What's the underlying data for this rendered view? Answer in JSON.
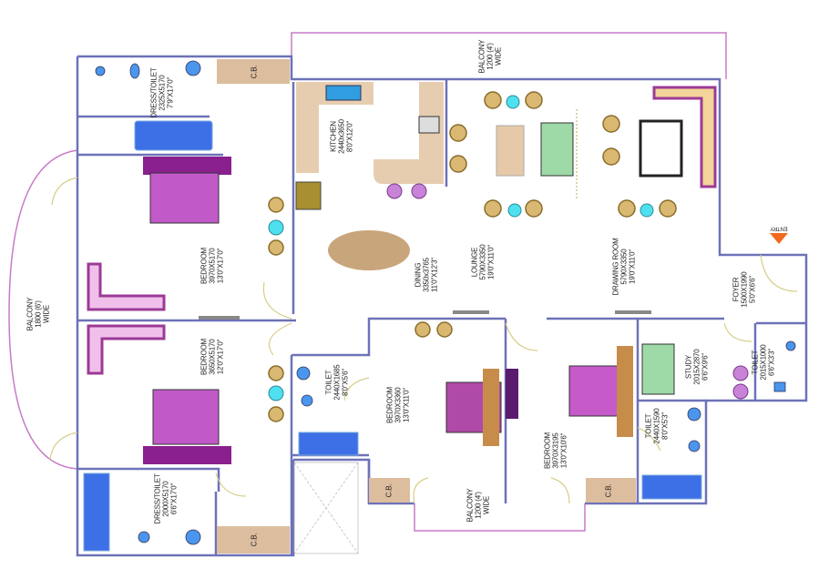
{
  "rooms": {
    "dress_toilet_1": {
      "name": "DRESS/TOILET",
      "metric": "2325X5170",
      "imperial": "7'9\"X17'0\""
    },
    "kitchen": {
      "name": "KITCHEN",
      "metric": "2440x3650",
      "imperial": "8'0\"X12'0\""
    },
    "bedroom_1": {
      "name": "BEDROOM",
      "metric": "3970X5170",
      "imperial": "13'0\"X17'0\""
    },
    "balcony_left": {
      "name": "BALCONY",
      "metric": "1800 (6')",
      "imperial": "WIDE"
    },
    "bedroom_2": {
      "name": "BEDROOM",
      "metric": "3650X5170",
      "imperial": "12'0\"X17'0\""
    },
    "dress_toilet_2": {
      "name": "DRESS/TOILET",
      "metric": "2000X5170",
      "imperial": "6'6\"X17'0\""
    },
    "balcony_top": {
      "name": "BALCONY",
      "metric": "1200 (4')",
      "imperial": "WIDE"
    },
    "dining": {
      "name": "DINING",
      "metric": "3350x3765",
      "imperial": "11'0\"X12'3\""
    },
    "lounge": {
      "name": "LOUNGE",
      "metric": "5790X3350",
      "imperial": "19'0\"X11'0\""
    },
    "drawing_room": {
      "name": "DRAWING ROOM",
      "metric": "5790X3350",
      "imperial": "19'0\"X11'0\""
    },
    "foyer": {
      "name": "FOYER",
      "metric": "1500X1990",
      "imperial": "5'0\"X6'6\""
    },
    "toilet_1": {
      "name": "TOILET",
      "metric": "2440X1685",
      "imperial": "8'0\"X5'6\""
    },
    "bedroom_3": {
      "name": "BEDROOM",
      "metric": "3970X3360",
      "imperial": "13'0\"X11'0\""
    },
    "bedroom_4": {
      "name": "BEDROOM",
      "metric": "3970X3195",
      "imperial": "13'0\"X10'6\""
    },
    "study": {
      "name": "STUDY",
      "metric": "2015X2870",
      "imperial": "6'6\"X9'6\""
    },
    "toilet_2": {
      "name": "TOILET",
      "metric": "2015X1000",
      "imperial": "6'6\"X3'3\""
    },
    "toilet_3": {
      "name": "TOILET",
      "metric": "2440X1590",
      "imperial": "8'0\"X5'3\""
    },
    "balcony_bottom": {
      "name": "BALCONY",
      "metric": "1200 (4')",
      "imperial": "WIDE"
    }
  },
  "cupboard_label": "C.B.",
  "entry_label": "ENTRY",
  "colors": {
    "wall": "#6d72b8",
    "balcony": "#c77ac7",
    "door": "#d8cf8a",
    "furniture_wood": "#d9b48a",
    "bed": "#a23aa8",
    "chair": "#c9a55a",
    "accent": "#4fe0ef",
    "entry": "#f26a1b"
  }
}
